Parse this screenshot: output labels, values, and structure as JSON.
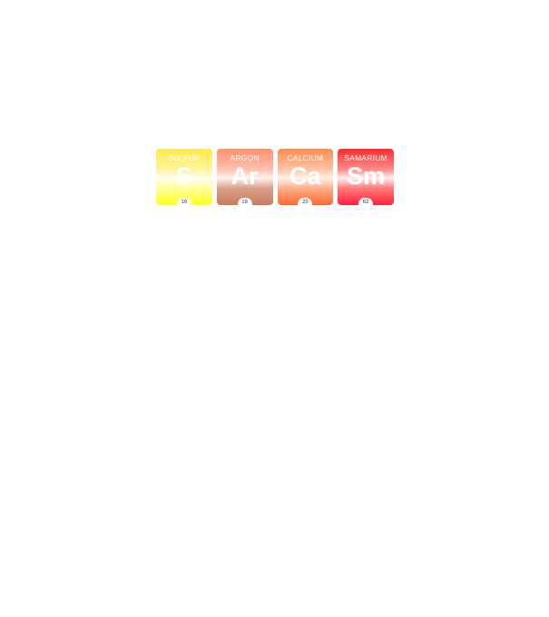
{
  "elements": [
    {
      "name": "SULFUR",
      "symbol": "S",
      "number": "16"
    },
    {
      "name": "ARGON",
      "symbol": "Ar",
      "number": "18"
    },
    {
      "name": "CALCIUM",
      "symbol": "Ca",
      "number": "20"
    },
    {
      "name": "SAMARIUM",
      "symbol": "Sm",
      "number": "62"
    }
  ],
  "colors": {
    "sulfur": "#ffff1a",
    "argon": "#ff8f6a",
    "calcium": "#ff6a2f",
    "samarium": "#ff2a2a"
  }
}
